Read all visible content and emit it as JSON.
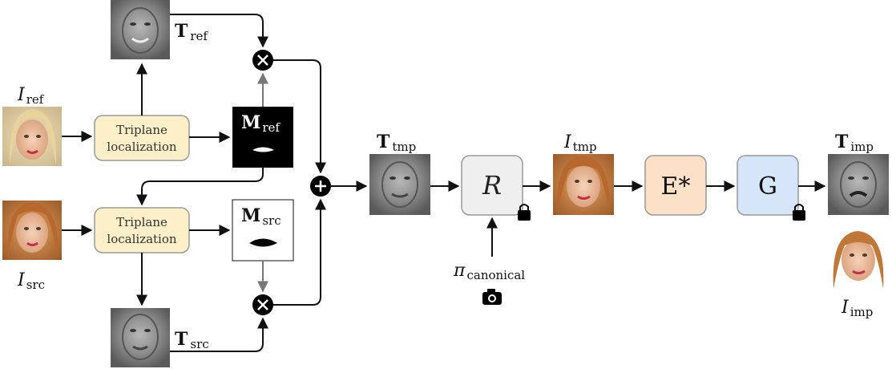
{
  "labels": {
    "i_ref_main": "I",
    "i_ref_sub": "ref",
    "i_src_main": "I",
    "i_src_sub": "src",
    "t_ref_main": "T",
    "t_ref_sub": "ref",
    "t_src_main": "T",
    "t_src_sub": "src",
    "m_ref_main": "M",
    "m_ref_sub": "ref",
    "m_src_main": "M",
    "m_src_sub": "src",
    "t_tmp_main": "T",
    "t_tmp_sub": "tmp",
    "i_tmp_main": "I",
    "i_tmp_sub": "tmp",
    "t_imp_main": "T",
    "t_imp_sub": "imp",
    "i_imp_main": "I",
    "i_imp_sub": "imp",
    "pi_main": "π",
    "pi_sub": "canonical"
  },
  "boxes": {
    "triplane_ref_line1": "Triplane",
    "triplane_ref_line2": "localization",
    "triplane_src_line1": "Triplane",
    "triplane_src_line2": "localization",
    "renderer": "R",
    "encoder": "E*",
    "generator": "G"
  },
  "colors": {
    "triplane_fill": "#fdf0c8",
    "renderer_fill": "#efefef",
    "encoder_fill": "#fde0c8",
    "generator_fill": "#d6e6f8",
    "box_stroke": "#999999",
    "arrow": "#111111",
    "arrow_gray": "#777777"
  },
  "icons": [
    "multiply-operator-icon",
    "plus-operator-icon",
    "lock-icon",
    "camera-icon"
  ]
}
